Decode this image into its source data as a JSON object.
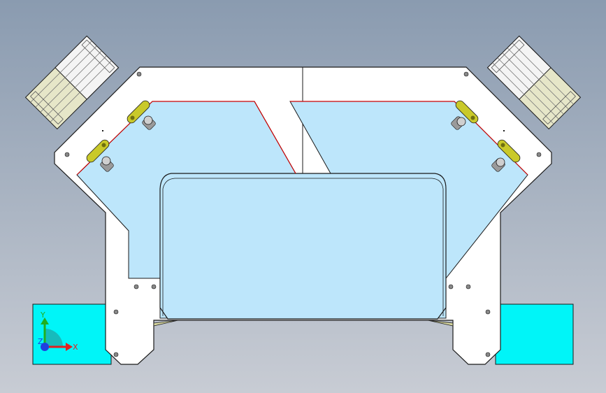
{
  "viewport": {
    "background_top": "#8a9bb0",
    "background_bottom": "#c8ccd4"
  },
  "colors": {
    "plate": "#ffffff",
    "plate_edge": "#1a1a1a",
    "cavity": "#bde6fb",
    "cutting_edge": "#cc0000",
    "cyan_block": "#00f5f8",
    "cylinder_light": "#f4f4f4",
    "cylinder_shade": "#e6e6c8",
    "clamp": "#c9c92a",
    "clamp_dark": "#6f6f10",
    "pin": "#9a9a9a"
  },
  "icons": {
    "triad": "xyz-axis-triad-icon"
  },
  "triad": {
    "x_label": "X",
    "y_label": "Y",
    "z_label": "Z",
    "x_color": "#e02020",
    "y_color": "#20b020",
    "z_color": "#2040e0"
  }
}
